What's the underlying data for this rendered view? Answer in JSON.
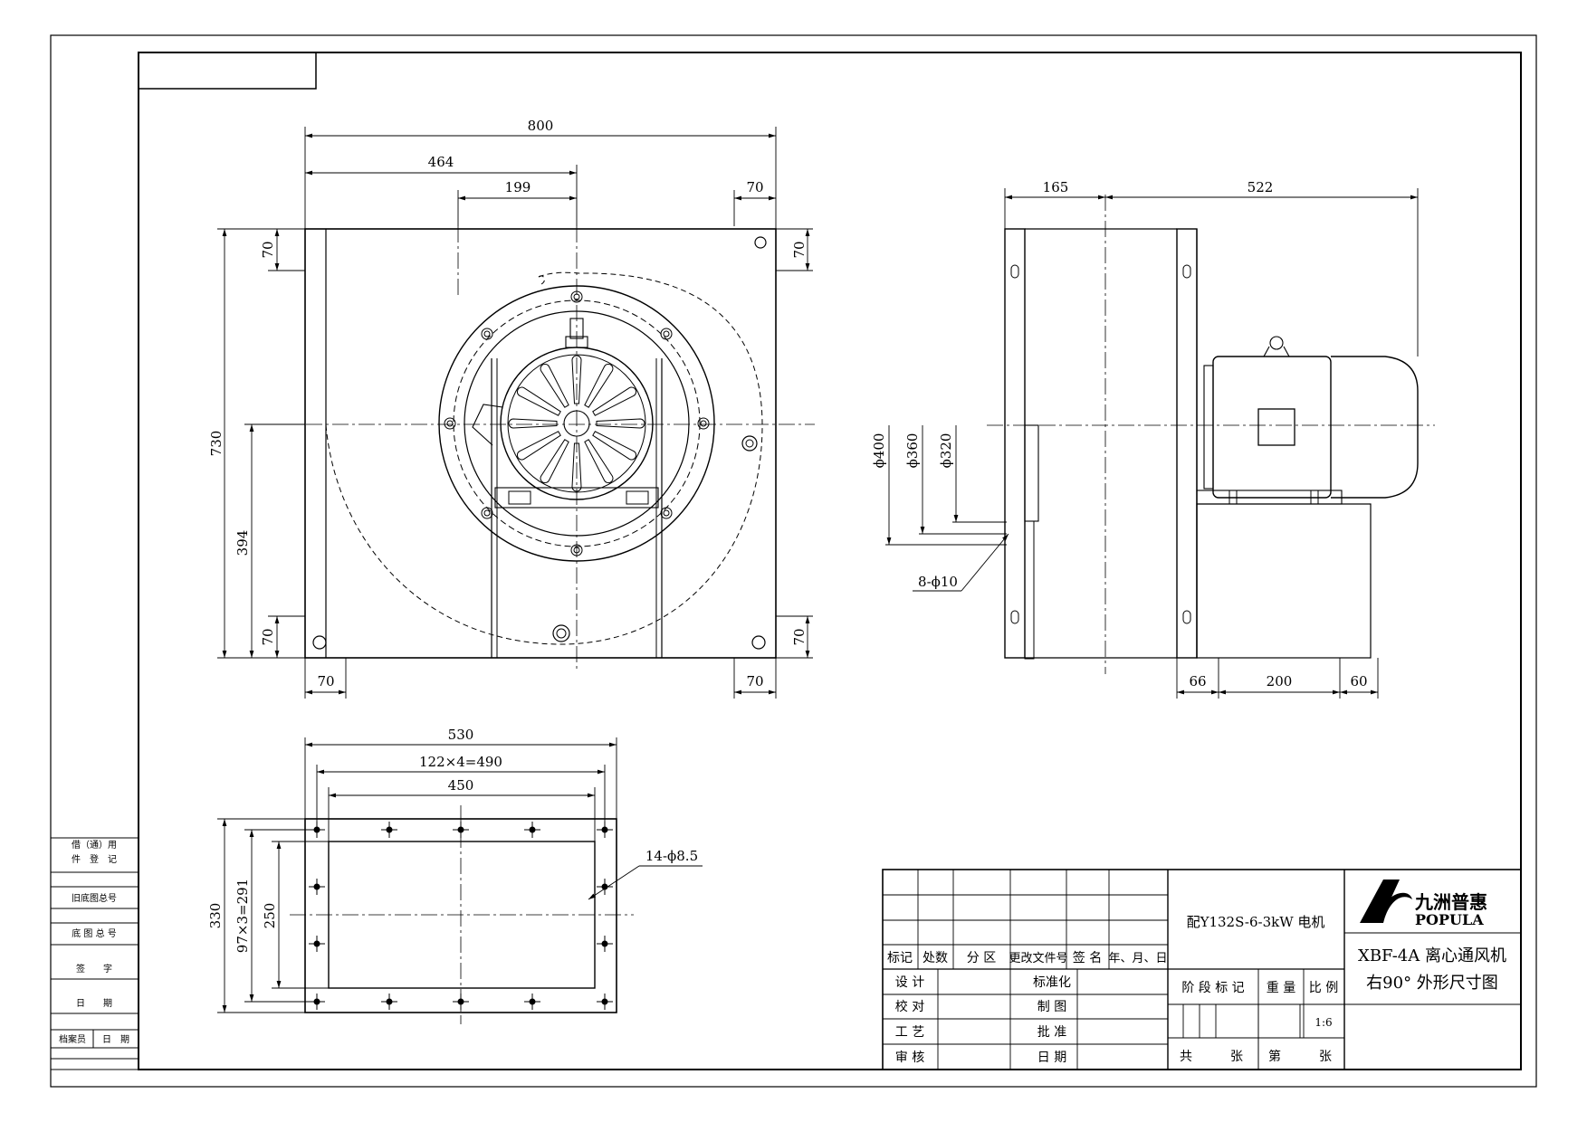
{
  "dimensions": {
    "front_width": "800",
    "front_left_to_center": "464",
    "front_outlet_offset": "199",
    "front_top_right": "70",
    "front_height": "730",
    "front_center_height": "394",
    "front_top_left_side": "70",
    "front_top_right_side": "70",
    "front_bottom_left_side": "70",
    "front_bottom_right_side": "70",
    "front_bottom_left": "70",
    "front_bottom_right": "70",
    "side_inlet_depth": "165",
    "side_motor_depth": "522",
    "dia_400": "ϕ400",
    "dia_360": "ϕ360",
    "dia_320": "ϕ320",
    "inlet_holes": "8-ϕ10",
    "side_base_66": "66",
    "side_base_200": "200",
    "side_base_60": "60",
    "outlet_width": "530",
    "outlet_hole_pitch_x": "122×4=490",
    "outlet_inner_width": "450",
    "outlet_holes": "14-ϕ8.5",
    "outlet_height": "330",
    "outlet_hole_pitch_y": "97×3=291",
    "outlet_inner_height": "250"
  },
  "left_strip": {
    "borrow_1": "借（通）用",
    "borrow_2": "件　登　记",
    "old_base_no": "旧底图总号",
    "base_no": "底 图 总 号",
    "signature": "签　　字",
    "date": "日　　期",
    "archivist": "档案员",
    "archivist_date": "日　期"
  },
  "title_block": {
    "hdr_mark": "标记",
    "hdr_count": "处数",
    "hdr_zone": "分 区",
    "hdr_doc": "更改文件号",
    "hdr_sign": "签 名",
    "hdr_date": "年、月、日",
    "design": "设 计",
    "check": "校 对",
    "process": "工 艺",
    "review": "审 核",
    "standard": "标准化",
    "drafting": "制 图",
    "approve": "批 准",
    "date": "日 期",
    "motor": "配Y132S-6-3kW 电机",
    "stage": "阶 段 标 记",
    "weight": "重 量",
    "scale": "比 例",
    "scale_value": "1:6",
    "total": "共",
    "sheets": "张",
    "sheet_no": "第",
    "sheet_unit": "张",
    "logo_cn": "九洲普惠",
    "logo_en": "POPULA",
    "product_line1": "XBF-4A 离心通风机",
    "product_line2": "右90° 外形尺寸图"
  }
}
